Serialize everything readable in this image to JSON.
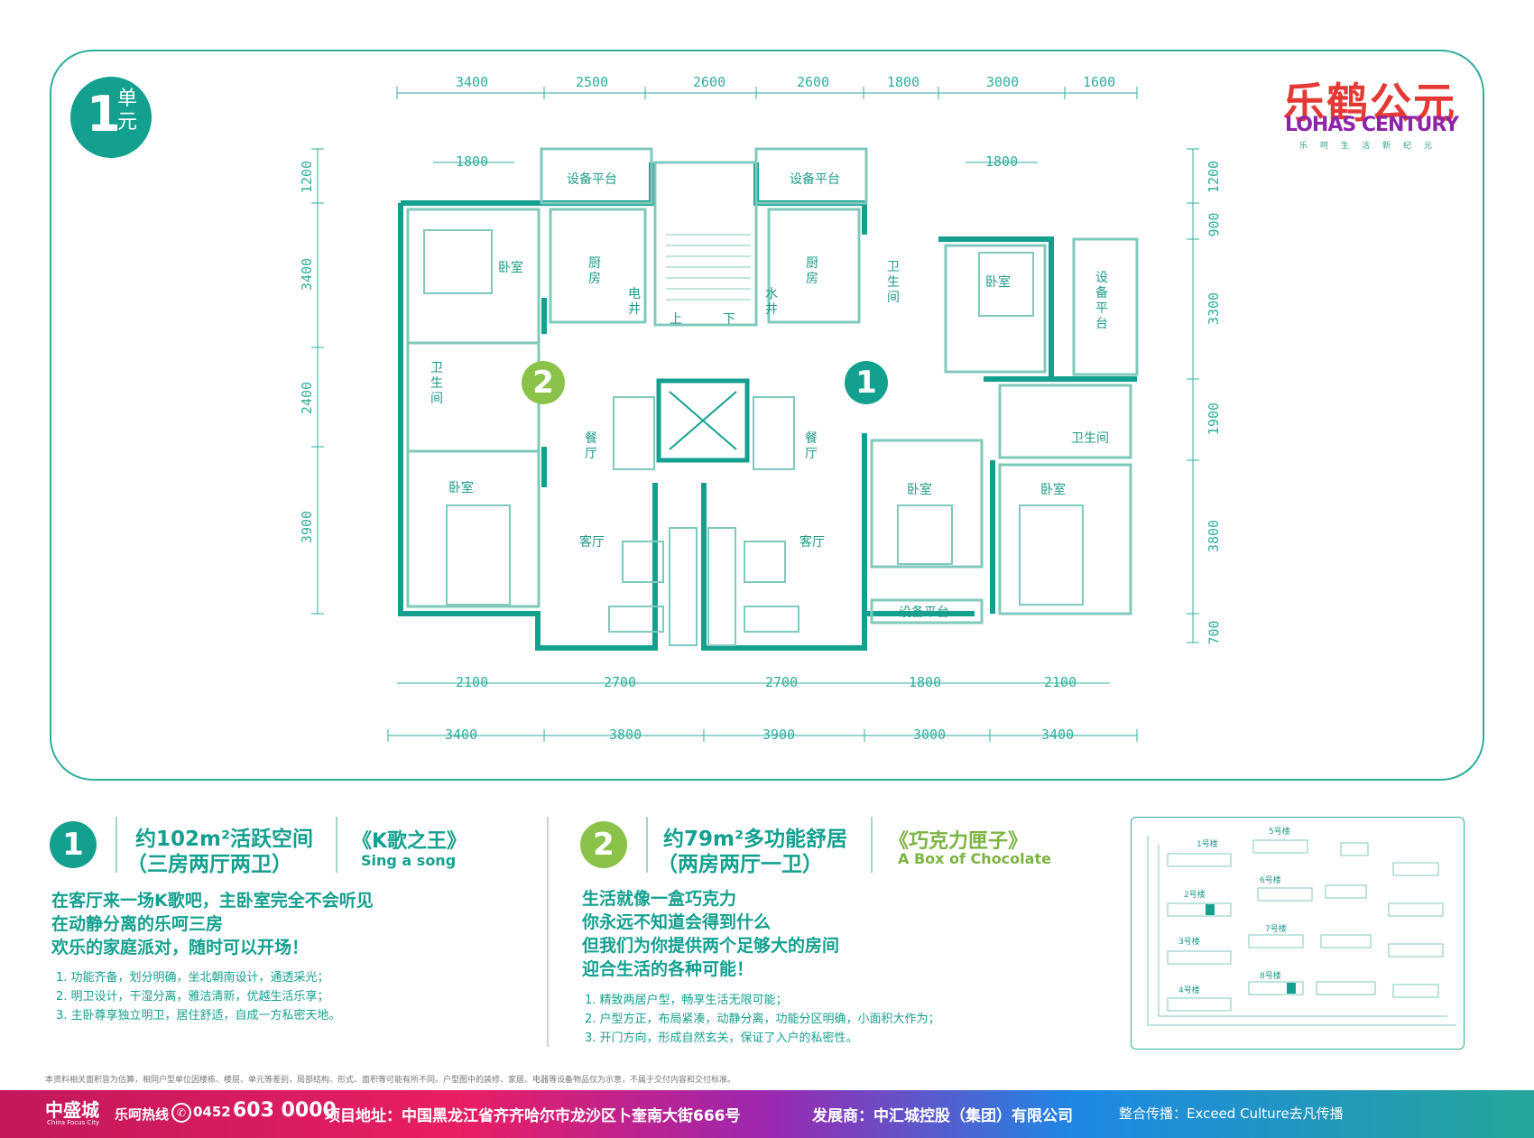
{
  "unit": {
    "number": "1",
    "label": "单元"
  },
  "logo": {
    "cn": "乐鹤公元",
    "en": "LOHAS CENTURY",
    "tagline": "乐呵生活新纪元"
  },
  "dims": {
    "top_outer": [
      "3400",
      "2500",
      "2600",
      "2600",
      "1800",
      "3000",
      "1600"
    ],
    "top_inner_left": "1800",
    "top_inner_right": "1800",
    "bottom_inner": [
      "2100",
      "2700",
      "2700",
      "1800",
      "2100"
    ],
    "bottom_outer": [
      "3400",
      "3800",
      "3900",
      "3000",
      "3400"
    ],
    "left": [
      "1200",
      "3400",
      "2400",
      "3900"
    ],
    "right": [
      "1200",
      "900",
      "3300",
      "1900",
      "3800",
      "700"
    ]
  },
  "rooms": {
    "equip_top_left": "设备平台",
    "equip_top_right": "设备平台",
    "equip_bottom": "设备平台",
    "equip_right": "设备平台",
    "bedroom": "卧室",
    "kitchen": "厨房",
    "bathroom": "卫生间",
    "elec_shaft": "电井",
    "water_shaft": "水井",
    "up": "上",
    "down": "下",
    "dining": "餐厅",
    "living": "客厅"
  },
  "markers": {
    "one": "1",
    "two": "2"
  },
  "type1": {
    "title": "约102m²活跃空间",
    "subtitle": "（三房两厅两卫）",
    "song": "《K歌之王》",
    "song_en": "Sing a song",
    "headline": [
      "在客厅来一场K歌吧，主卧室完全不会听见",
      "在动静分离的乐呵三房",
      "欢乐的家庭派对，随时可以开场！"
    ],
    "points": [
      "1. 功能齐备，划分明确，坐北朝南设计，通透采光；",
      "2. 明卫设计，干湿分离，雅洁清新，优越生活乐享；",
      "3. 主卧尊享独立明卫，居住舒适，自成一方私密天地。"
    ]
  },
  "type2": {
    "title": "约79m²多功能舒居",
    "subtitle": "（两房两厅一卫）",
    "song": "《巧克力匣子》",
    "song_en": "A Box of Chocolate",
    "headline": [
      "生活就像一盒巧克力",
      "你永远不知道会得到什么",
      "但我们为你提供两个足够大的房间",
      "迎合生活的各种可能！"
    ],
    "points": [
      "1. 精致两居户型，畅享生活无限可能；",
      "2. 户型方正，布局紧凑，动静分离，功能分区明确，小面积大作为；",
      "3. 开门方向，形成自然玄关，保证了入户的私密性。"
    ]
  },
  "sitemap": {
    "buildings": [
      "1号楼",
      "2号楼",
      "3号楼",
      "4号楼",
      "5号楼",
      "6号楼",
      "7号楼",
      "8号楼"
    ]
  },
  "disclaimer": "本资料相关面积皆为估算，相同户型单位因楼栋、楼层、单元等差别，局部结构、形式、面积等可能有所不同。户型图中的装修、家居、电器等设备物品仅为示意，不属于交付内容和交付标准。",
  "footer": {
    "brand": "中盛城",
    "brand_en": "China Focus City",
    "hotline_label": "乐呵热线",
    "hotline_code": "0452",
    "hotline_num": "603 0000",
    "address": "项目地址：中国黑龙江省齐齐哈尔市龙沙区卜奎南大街666号",
    "developer": "发展商：中汇城控股（集团）有限公司",
    "agency": "整合传播：Exceed Culture去凡传播"
  },
  "colors": {
    "teal": "#14a08f",
    "green": "#7cb342",
    "frame": "#2fae9c"
  }
}
